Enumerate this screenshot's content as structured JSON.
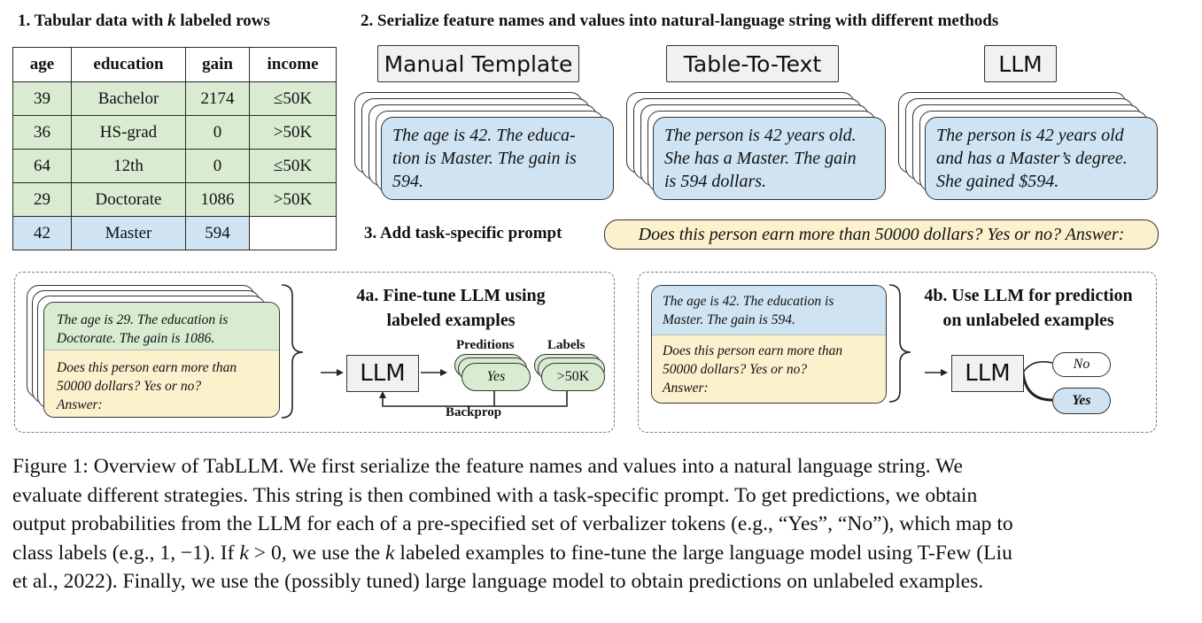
{
  "section1": {
    "prefix": "1. Tabular data with ",
    "k": "k",
    "suffix": " labeled rows"
  },
  "section2": {
    "title": "2. Serialize feature names and values into natural-language string with different methods"
  },
  "table": {
    "headers": [
      "age",
      "education",
      "gain",
      "income"
    ],
    "rows": [
      [
        "39",
        "Bachelor",
        "2174",
        "≤50K"
      ],
      [
        "36",
        "HS-grad",
        "0",
        ">50K"
      ],
      [
        "64",
        "12th",
        "0",
        "≤50K"
      ],
      [
        "29",
        "Doctorate",
        "1086",
        ">50K"
      ],
      [
        "42",
        "Master",
        "594",
        ""
      ]
    ]
  },
  "methods": [
    {
      "label": "Manual Template",
      "text": [
        "The age is 42. The educa-",
        "tion is Master. The gain is",
        "594."
      ]
    },
    {
      "label": "Table-To-Text",
      "text": [
        "The person is 42 years old.",
        "She has a Master. The gain",
        "is 594 dollars."
      ]
    },
    {
      "label": "LLM",
      "text": [
        "The person is 42 years old",
        "and has a Master’s degree.",
        "She gained $594."
      ]
    }
  ],
  "section3": {
    "title": "3. Add task-specific prompt",
    "prompt": "Does this person earn more than 50000 dollars? Yes or no? Answer:"
  },
  "panel4a": {
    "card_top": [
      "The age is 29. The education is",
      "Doctorate. The gain is 1086."
    ],
    "card_bottom": [
      "Does this person earn more than",
      "50000 dollars? Yes or no?",
      "Answer:"
    ],
    "title": [
      "4a. Fine-tune LLM using",
      "labeled examples"
    ],
    "llm": "LLM",
    "predictions_label": "Preditions",
    "labels_label": "Labels",
    "prediction_value": "Yes",
    "label_value": ">50K",
    "backprop": "Backprop"
  },
  "panel4b": {
    "card_top": [
      "The age is 42. The education is",
      "Master. The gain is 594."
    ],
    "card_bottom": [
      "Does this person earn more than",
      "50000 dollars? Yes or no?",
      "Answer:"
    ],
    "title": [
      "4b. Use LLM for prediction",
      "on unlabeled examples"
    ],
    "llm": "LLM",
    "option_no": "No",
    "option_yes": "Yes"
  },
  "caption": {
    "lines": [
      "Figure 1: Overview of TabLLM. We first serialize the feature names and values into a natural language string. We",
      "evaluate different strategies. This string is then combined with a task-specific prompt. To get predictions, we obtain",
      "output probabilities from the LLM for each of a pre-specified set of verbalizer tokens (e.g., “Yes”, “No”), which map to"
    ],
    "line4": {
      "a": "class labels (e.g., 1, −1). If ",
      "k1": "k",
      "b": " > 0, we use the ",
      "k2": "k",
      "c": " labeled examples to fine-tune the large language model using T-Few (Liu"
    },
    "line5": "et al., 2022). Finally, we use the (possibly tuned) large language model to obtain predictions on unlabeled examples."
  },
  "colors": {
    "labeled_green": "#d9ecd2",
    "unlabeled_blue": "#cfe3f2",
    "prompt_yellow": "#fbf1cc",
    "box_gray": "#f1f1f1"
  }
}
